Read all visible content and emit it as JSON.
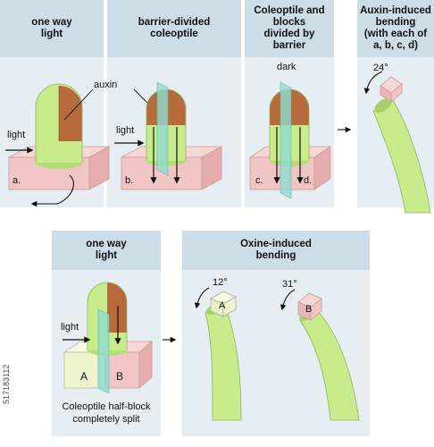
{
  "top_panels": [
    {
      "title": "one way\nlight"
    },
    {
      "title": "barrier-divided\ncoleoptile"
    },
    {
      "title": "Coleoptile and\nblocks\ndivided by\nbarrier"
    },
    {
      "title": "Auxin-induced\nbending\n(with each of\na, b, c, d)"
    }
  ],
  "bottom_panels": [
    {
      "title": "one way\nlight"
    },
    {
      "title": "Oxine-induced\nbending"
    }
  ],
  "labels": {
    "auxin": "auxin",
    "light_1": "light",
    "light_2": "light",
    "light_3": "light",
    "dark": "dark",
    "block_a": "a.",
    "block_b": "b.",
    "block_c": "c.",
    "block_d": "d.",
    "angle_top": "24°",
    "block_A": "A",
    "block_B": "B",
    "angle_A": "12°",
    "angle_B": "31°",
    "caption_split": "Coleoptile half-block\ncompletely split",
    "stock_id": "517183112"
  },
  "colors": {
    "panel_bg": "#e6eef3",
    "header_bg": "#ccdde7",
    "coleoptile_green": "#c8ec8c",
    "auxin_brown": "#b76a3c",
    "block_pink": "#f2c5c5",
    "block_yellow": "#eef5cc",
    "barrier_teal": "#8fdcd0"
  }
}
